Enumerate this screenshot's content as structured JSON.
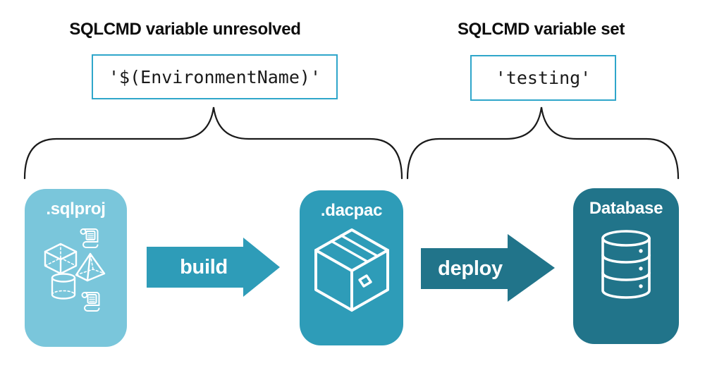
{
  "annotations": {
    "unresolved": {
      "title": "SQLCMD variable unresolved",
      "code": "'$(EnvironmentName)'"
    },
    "set": {
      "title": "SQLCMD variable set",
      "code": "'testing'"
    }
  },
  "pipeline": {
    "source": {
      "label": ".sqlproj",
      "icon": "sql-objects-icon"
    },
    "build_arrow": {
      "label": "build"
    },
    "package": {
      "label": ".dacpac",
      "icon": "package-icon"
    },
    "deploy_arrow": {
      "label": "deploy"
    },
    "target": {
      "label": "Database",
      "icon": "database-icon"
    }
  },
  "colors": {
    "node_light_teal": "#7ac6db",
    "node_mid_teal": "#2e9cb8",
    "node_dark_teal": "#21748a",
    "code_box_border": "#2fa6ca",
    "text": "#0d0d0d",
    "icon_stroke": "#ffffff"
  }
}
